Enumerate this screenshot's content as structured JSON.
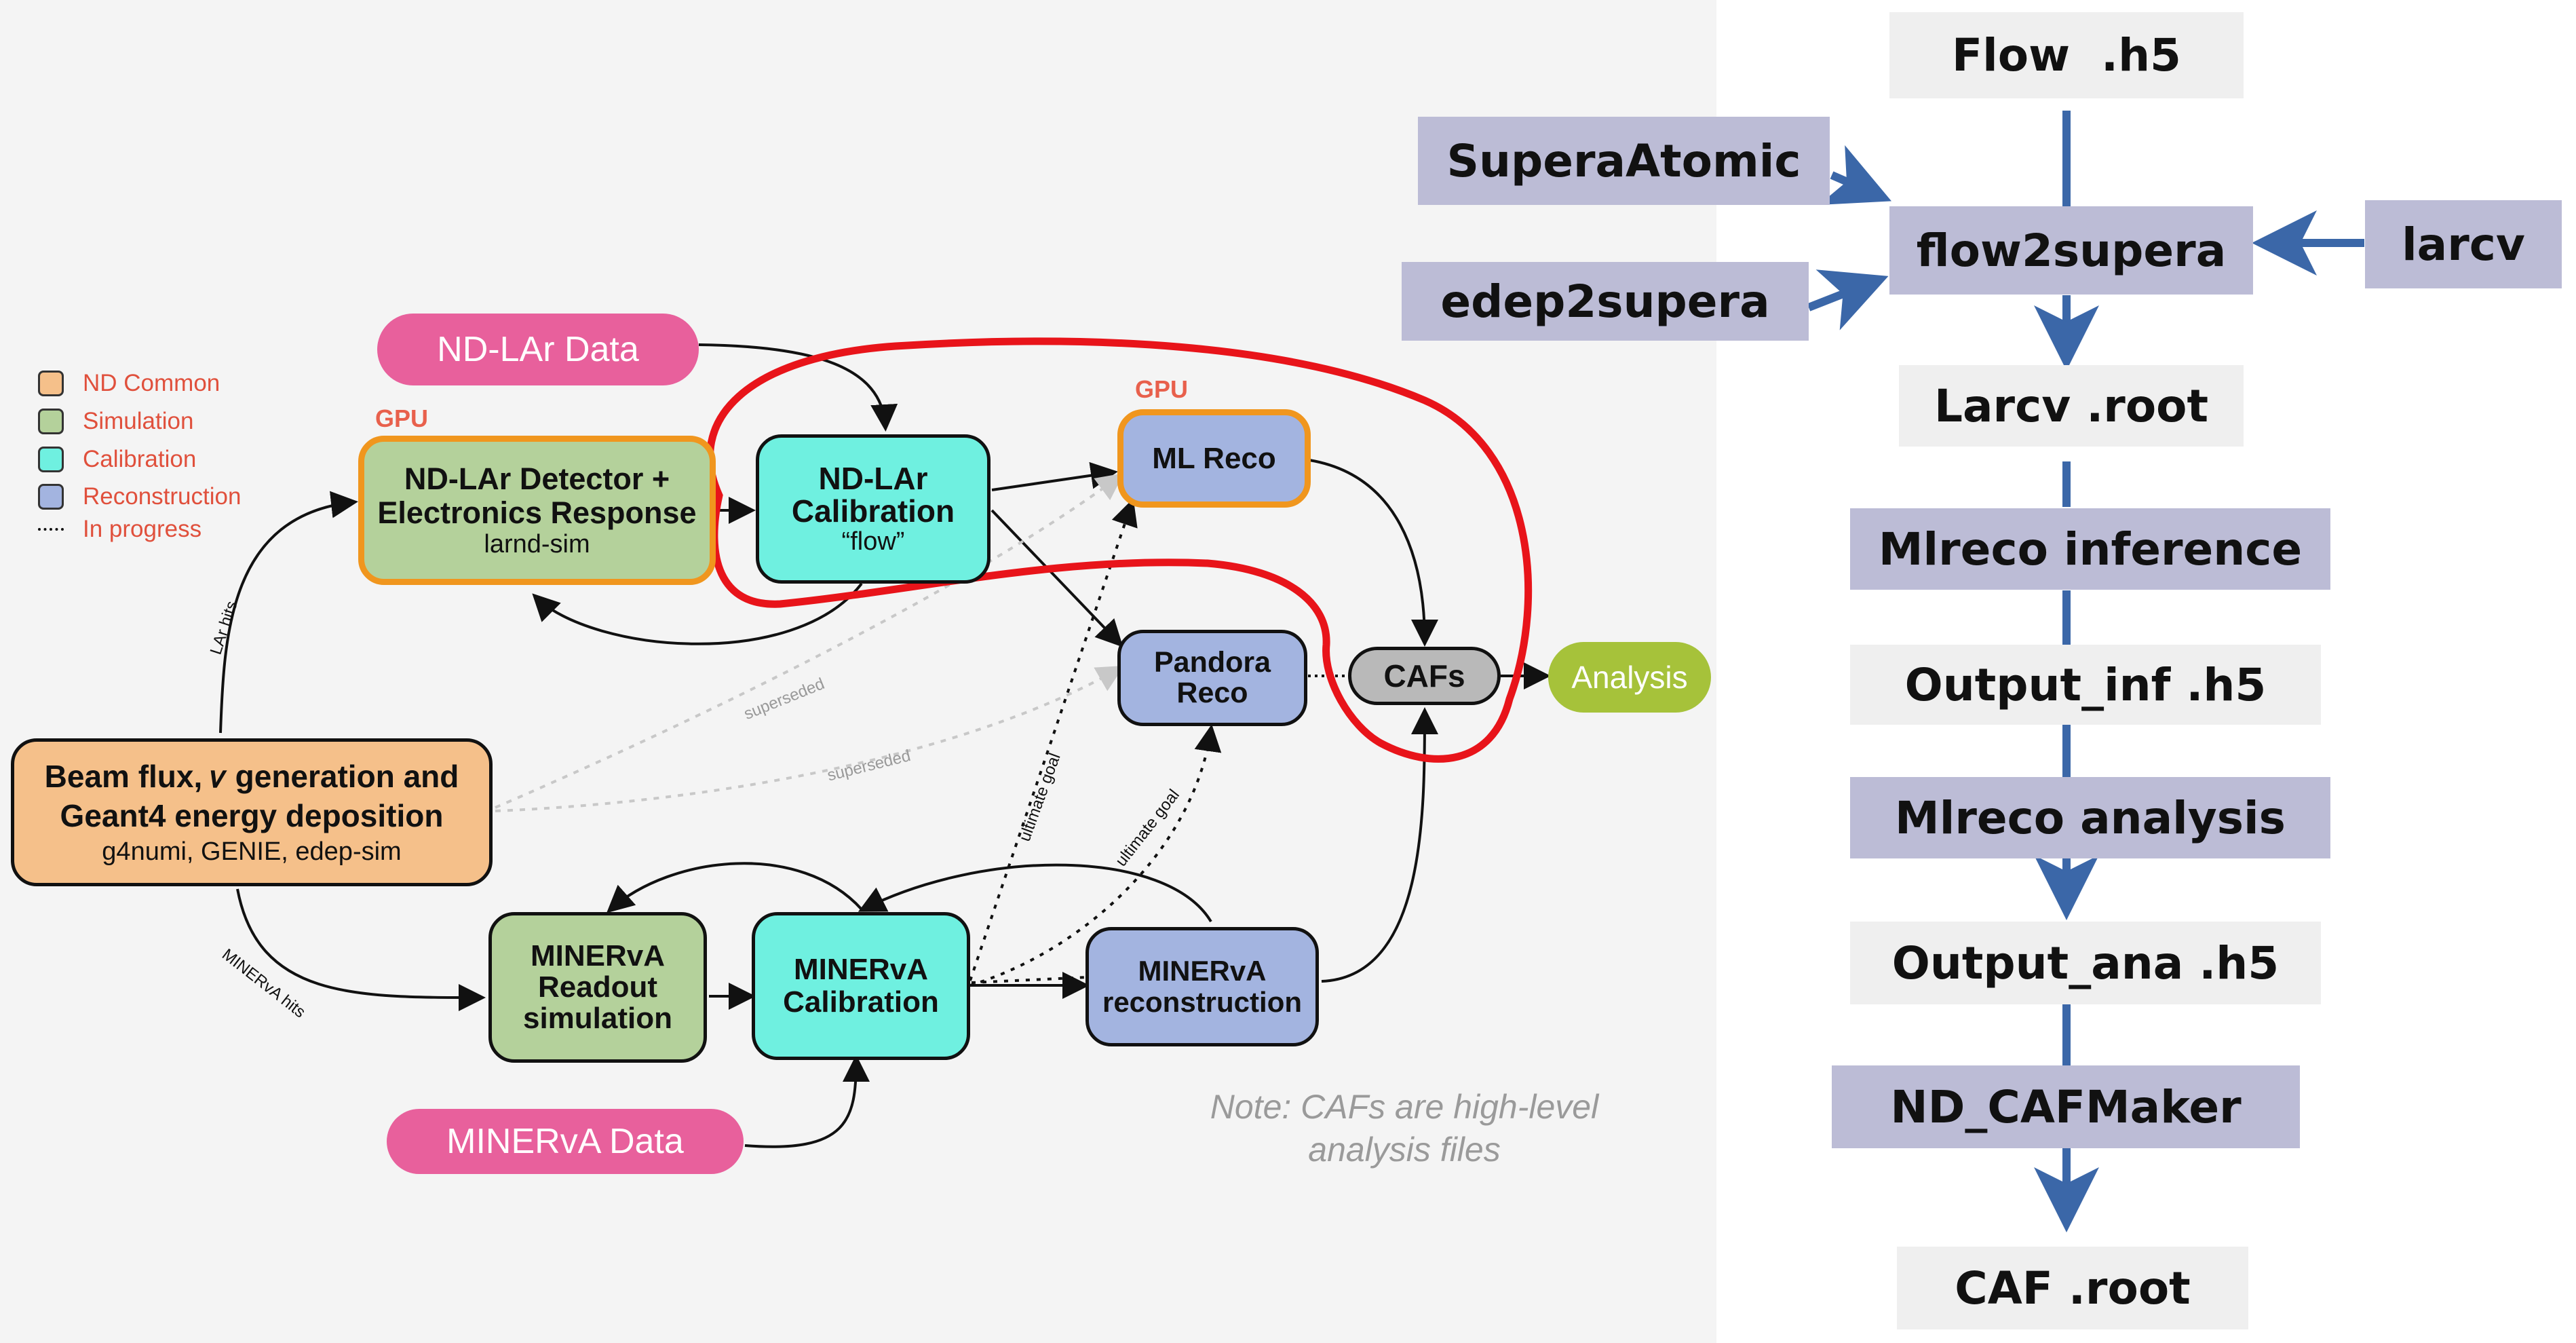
{
  "legend": [
    {
      "label": "ND Common",
      "color": "#f5c08a"
    },
    {
      "label": "Simulation",
      "color": "#b4d19b"
    },
    {
      "label": "Calibration",
      "color": "#6ff0e0"
    },
    {
      "label": "Reconstruction",
      "color": "#a3b4e0"
    },
    {
      "label": "In progress",
      "color": "#000000"
    }
  ],
  "nodes": {
    "ndlar_data": "ND-LAr Data",
    "gpu_detector": "GPU",
    "detector_line1": "ND-LAr Detector +",
    "detector_line2": "Electronics Response",
    "detector_sub": "larnd-sim",
    "calib_line1": "ND-LAr",
    "calib_line2": "Calibration",
    "calib_sub": "“flow”",
    "gpu_mlreco": "GPU",
    "ml_reco": "ML Reco",
    "pandora_line1": "Pandora",
    "pandora_line2": "Reco",
    "cafs": "CAFs",
    "analysis": "Analysis",
    "beam_line1": "Beam flux, 𝜈 generation and",
    "beam_line2": "Geant4 energy deposition",
    "beam_sub": "g4numi, GENIE, edep-sim",
    "minerva_readout_line1": "MINERvA",
    "minerva_readout_line2": "Readout",
    "minerva_readout_line3": "simulation",
    "minerva_calib_line1": "MINERvA",
    "minerva_calib_line2": "Calibration",
    "minerva_reco_line1": "MINERvA",
    "minerva_reco_line2": "reconstruction",
    "minerva_data": "MINERvA Data"
  },
  "edge_labels": {
    "lar_hits": "LAr hits",
    "minerva_hits": "MINERvA hits",
    "superseded_1": "superseded",
    "superseded_2": "superseded",
    "ultimate_goal_1": "ultimate goal",
    "ultimate_goal_2": "ultimate goal"
  },
  "note": {
    "line1": "Note: CAFs are high-level",
    "line2": "analysis files"
  },
  "pipeline": {
    "flow_h5": "Flow  .h5",
    "supera_atomic": "SuperaAtomic",
    "flow2supera": "flow2supera",
    "larcv": "larcv",
    "edep2supera": "edep2supera",
    "larcv_root": "Larcv .root",
    "mlreco_inference": "Mlreco inference",
    "output_inf": "Output_inf .h5",
    "mlreco_analysis": "Mlreco analysis",
    "output_ana": "Output_ana .h5",
    "nd_cafmaker": "ND_CAFMaker",
    "caf_root": "CAF .root"
  },
  "colors": {
    "common": "#f5c08a",
    "simulation": "#b4d19b",
    "calibration": "#6ff0e0",
    "reconstruction": "#a3b4e0",
    "gpu_border": "#f0961e",
    "data_pill": "#e8609c",
    "analysis_pill": "#a6c23a",
    "cafs": "#b9b9b9",
    "highlight": "#e8141a",
    "pipeline_arrow": "#3b67a8",
    "pipeline_gray": "#efefef",
    "pipeline_purple": "#bcbcd6"
  }
}
